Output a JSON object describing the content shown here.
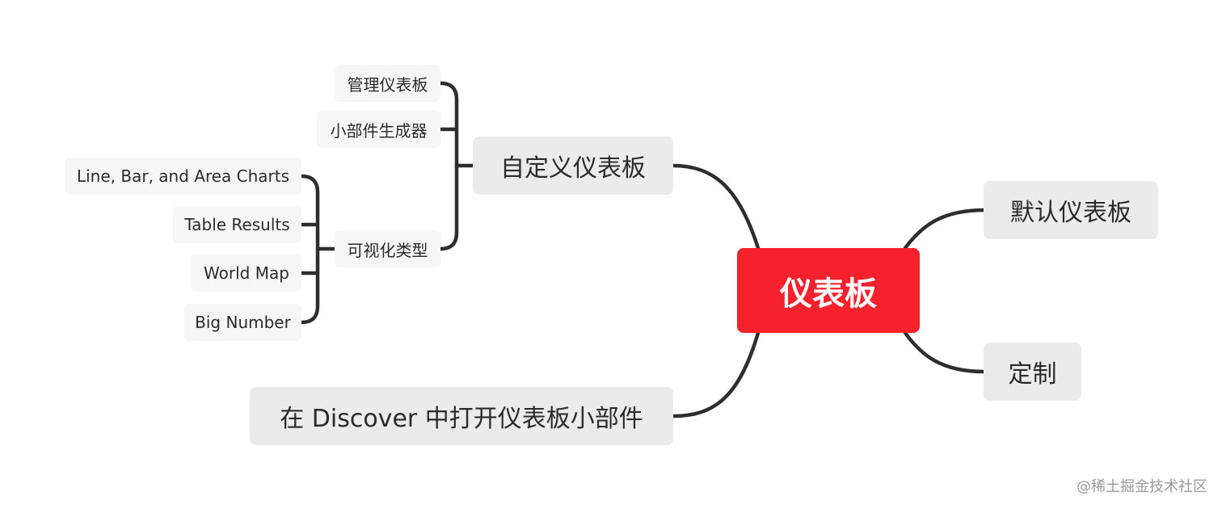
{
  "root": {
    "label": "仪表板"
  },
  "branches": {
    "custom": {
      "label": "自定义仪表板",
      "children": {
        "manage": "管理仪表板",
        "widget_builder": "小部件生成器",
        "viz_types": {
          "label": "可视化类型",
          "items": [
            "Line, Bar, and Area Charts",
            "Table Results",
            "World Map",
            "Big Number"
          ]
        }
      }
    },
    "discover": {
      "label": "在 Discover 中打开仪表板小部件"
    },
    "default": {
      "label": "默认仪表板"
    },
    "customize": {
      "label": "定制"
    }
  },
  "watermark": "@稀土掘金技术社区",
  "colors": {
    "root": "#f5222d",
    "connector": "#2e2e2e",
    "main_bg": "#ebebeb",
    "sub_bg": "#f6f6f6"
  }
}
